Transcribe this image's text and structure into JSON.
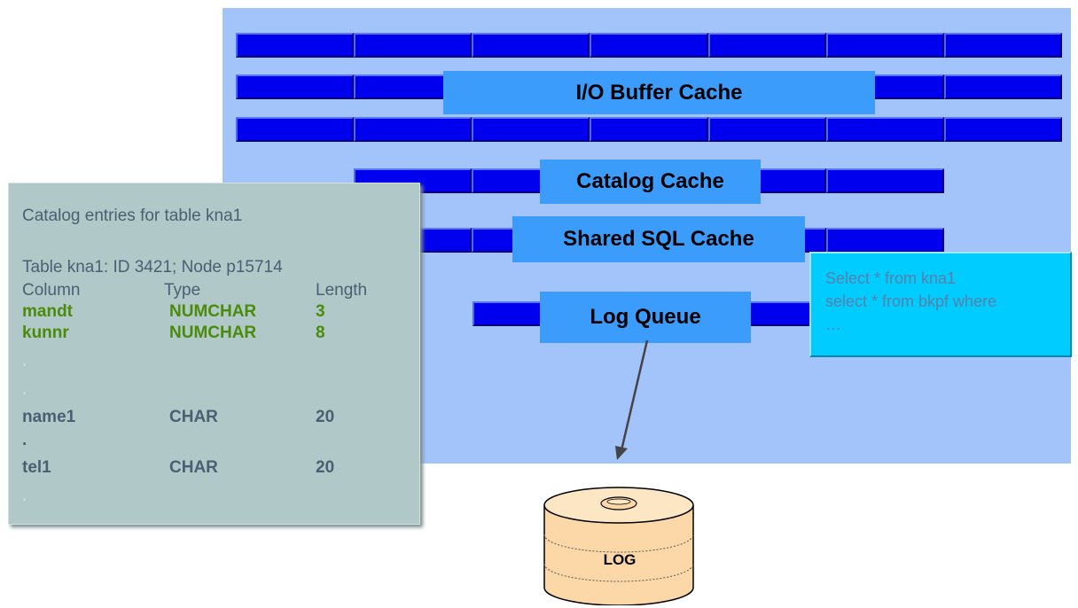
{
  "diagram": {
    "io_buffer_cache_label": "I/O Buffer Cache",
    "catalog_cache_label": "Catalog Cache",
    "shared_sql_cache_label": "Shared SQL Cache",
    "log_queue_label": "Log Queue",
    "log_label": "LOG"
  },
  "catalog_entries": {
    "title": "Catalog entries for table kna1",
    "table_info": "Table kna1: ID 3421; Node p15714",
    "headers": [
      "Column",
      "Type",
      "Length"
    ],
    "rows": [
      {
        "column": "mandt",
        "type": "NUMCHAR",
        "length": "3"
      },
      {
        "column": "kunnr",
        "type": "NUMCHAR",
        "length": "8"
      },
      {
        "column": "name1",
        "type": "CHAR",
        "length": "20"
      },
      {
        "column": "tel1",
        "type": "CHAR",
        "length": "20"
      }
    ],
    "ellipsis_dot": "."
  },
  "sql_statements": {
    "line1": "Select * from kna1",
    "line2": "select * from bkpf where",
    "line3": "…"
  },
  "colors": {
    "panel_background": "#a3c3fb",
    "brick_blue": "#0000ee",
    "label_box": "#3c9cfc",
    "catalog_panel": "#b0c8c8",
    "sql_box": "#00ccff",
    "highlight_green": "#4a8c0a",
    "log_cylinder": "#fcd8a8"
  }
}
